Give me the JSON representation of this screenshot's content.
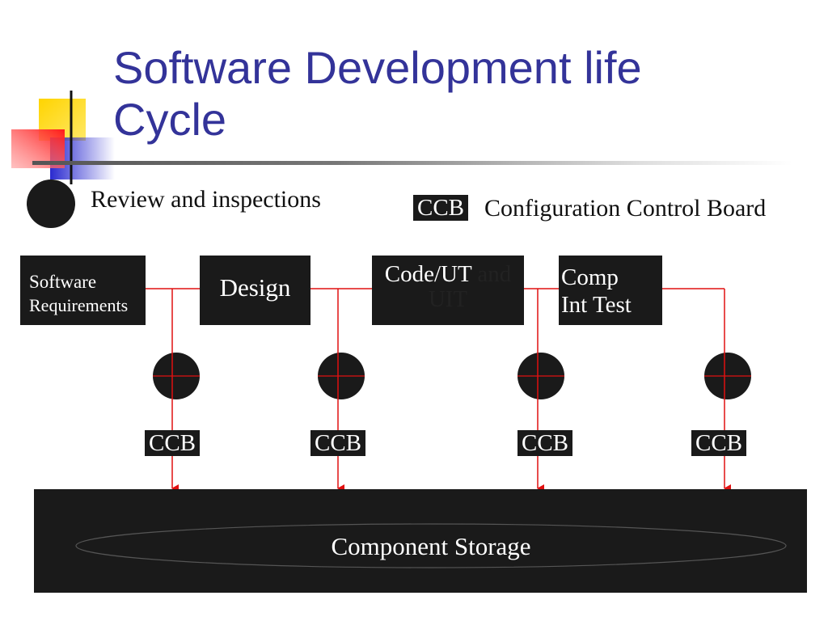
{
  "slide": {
    "title_line1": "Software Development life",
    "title_line2": "Cycle"
  },
  "legend": {
    "review": "Review and inspections",
    "ccb_abbr": "CCB",
    "ccb_text": "Configuration Control Board"
  },
  "boxes": [
    {
      "line1": "Software",
      "line2": "Requirements"
    },
    {
      "line1": "Design"
    },
    {
      "line1": "Code/UT",
      "line1b": "and",
      "line2": "UIT"
    },
    {
      "line1": "Comp",
      "line2": "Int Test"
    }
  ],
  "ccb_labels": [
    "CCB",
    "CCB",
    "CCB",
    "CCB"
  ],
  "storage": {
    "label": "Component Storage"
  },
  "colors": {
    "title": "#333399",
    "connector": "#e01010",
    "box_fill": "#1a1a1a"
  }
}
